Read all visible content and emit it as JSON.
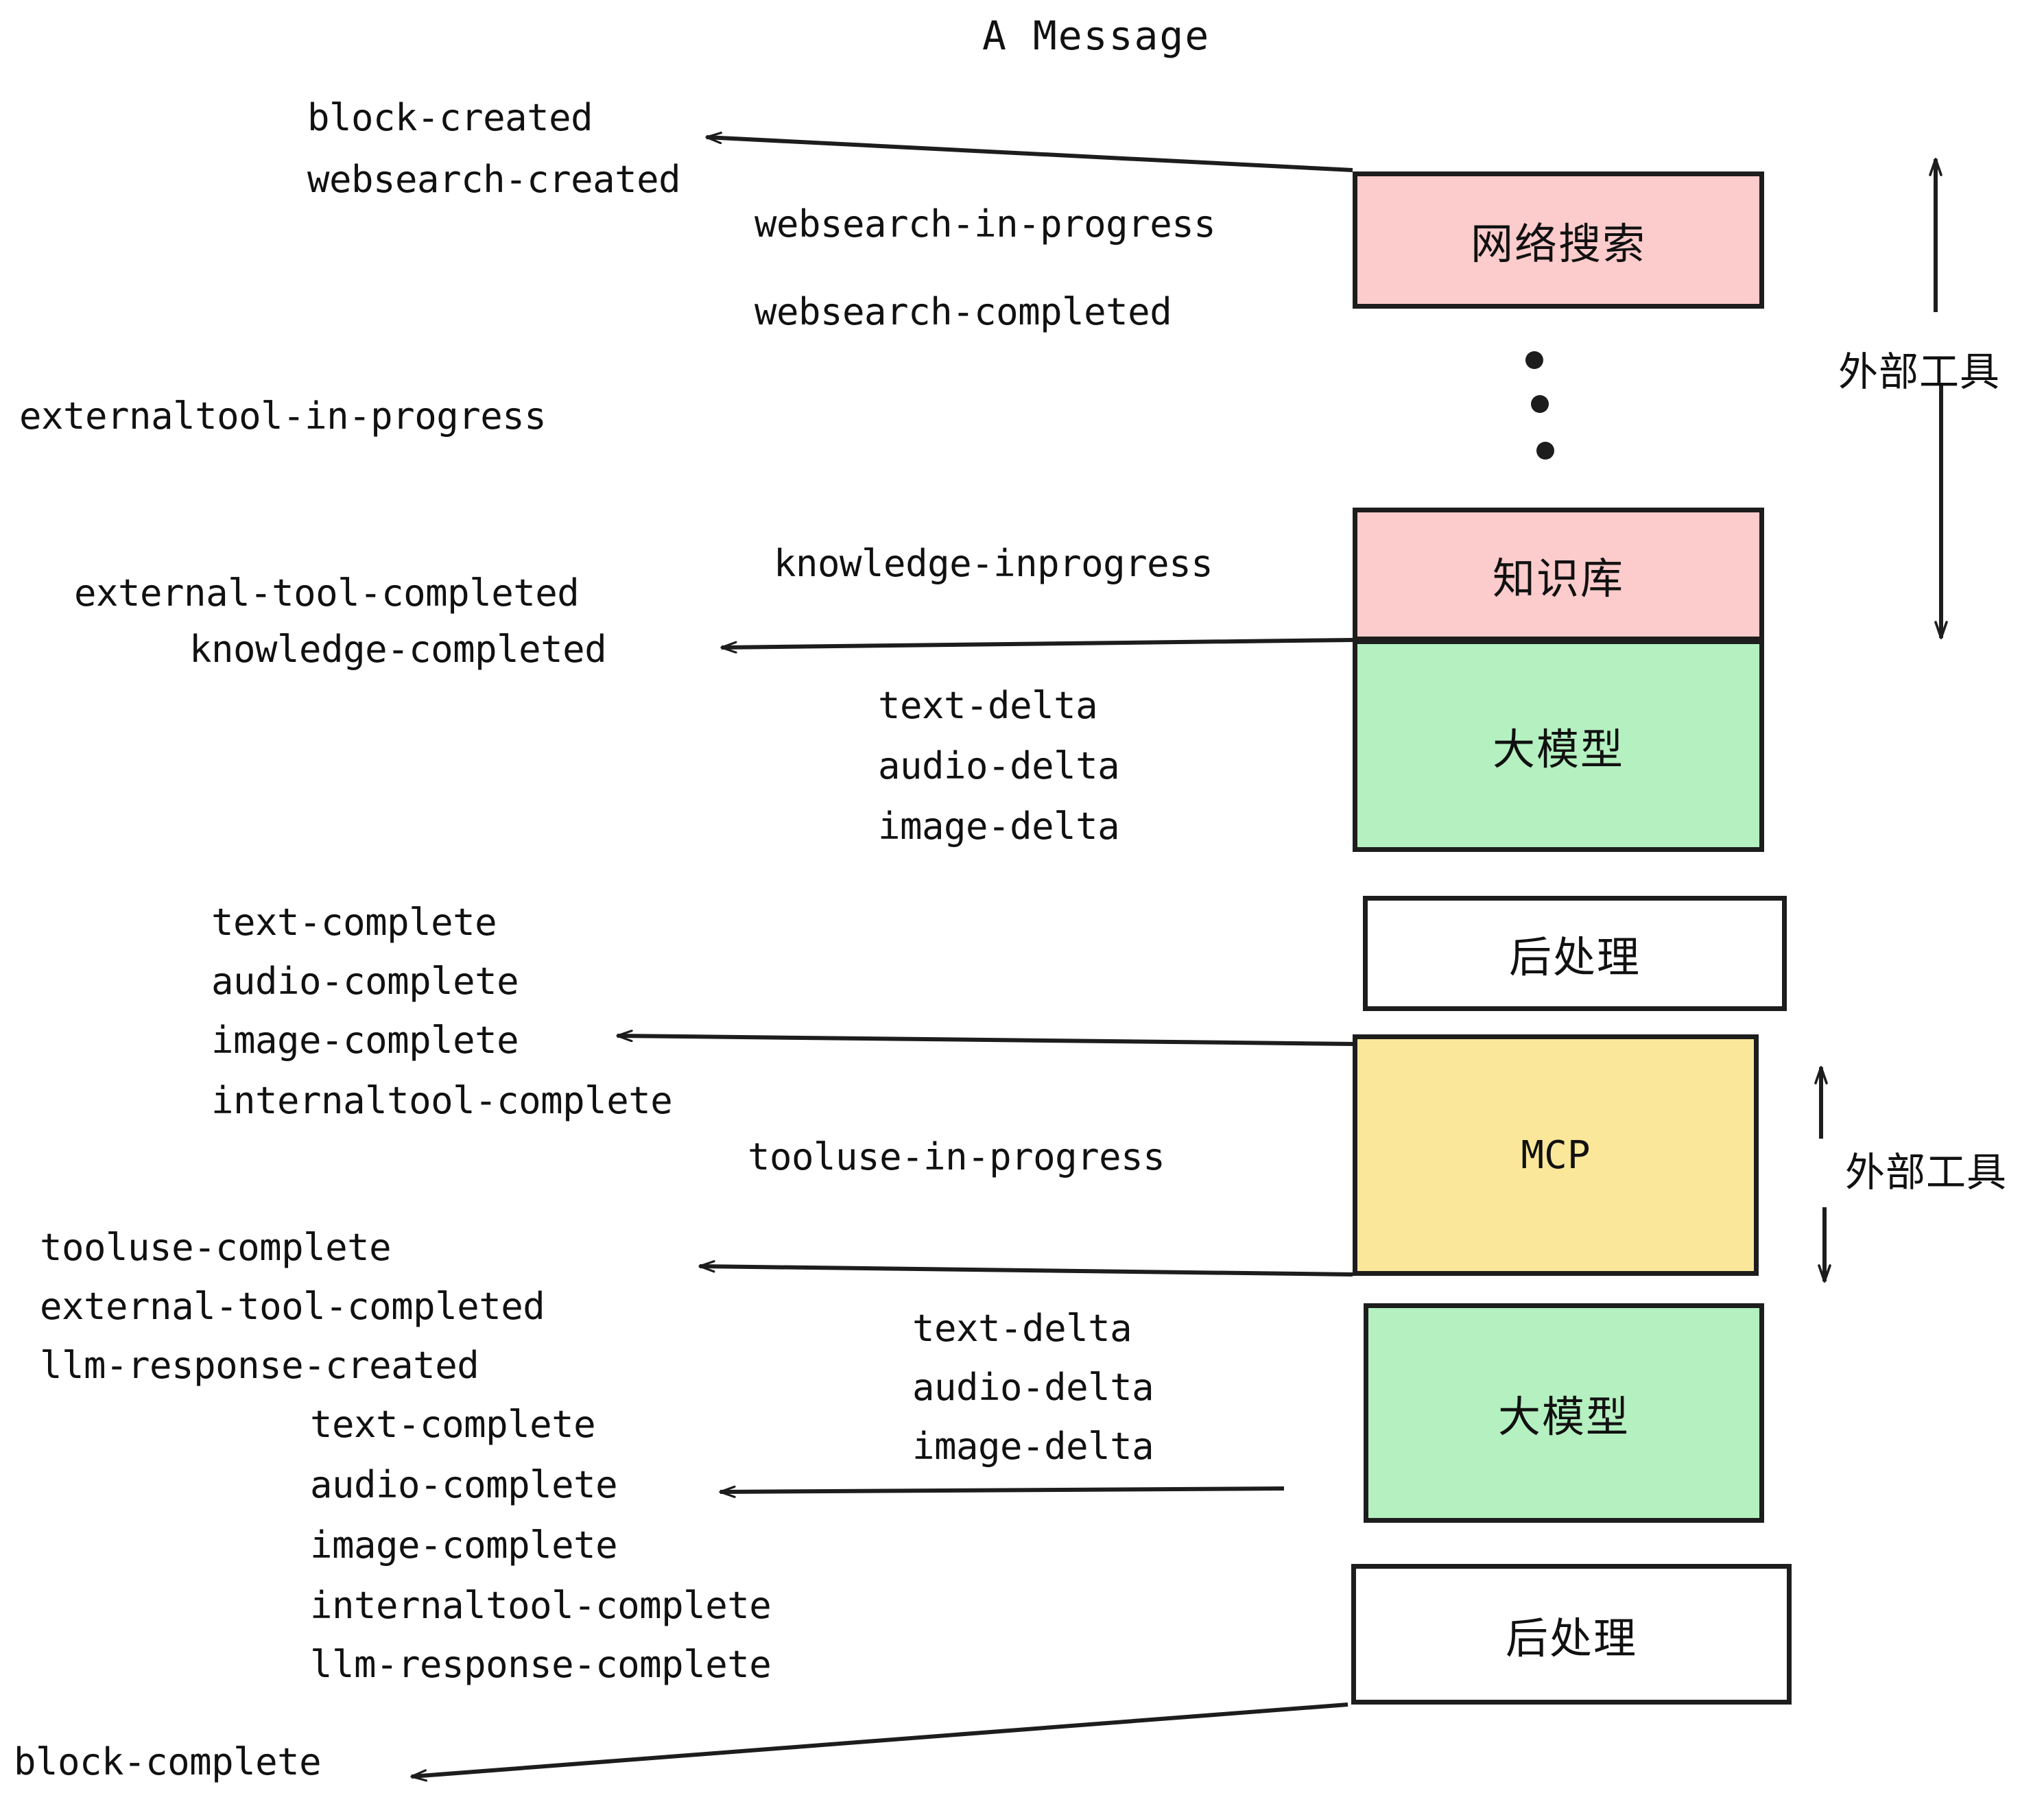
{
  "title": "A Message",
  "colors": {
    "pink": "#FCCBCB",
    "green": "#B4F0C0",
    "yellow": "#FBE79A",
    "white": "#FFFFFF",
    "stroke": "#1D1D1D",
    "text": "#111111"
  },
  "boxes": [
    {
      "id": "websearch",
      "label": "网络搜索",
      "fill": "#FCCBCB",
      "mono": false
    },
    {
      "id": "knowledge",
      "label": "知识库",
      "fill": "#FCCBCB",
      "mono": false
    },
    {
      "id": "llm-1",
      "label": "大模型",
      "fill": "#B4F0C0",
      "mono": false
    },
    {
      "id": "postproc-1",
      "label": "后处理",
      "fill": "#FFFFFF",
      "mono": false
    },
    {
      "id": "mcp",
      "label": "MCP",
      "fill": "#FBE79A",
      "mono": true
    },
    {
      "id": "llm-2",
      "label": "大模型",
      "fill": "#B4F0C0",
      "mono": false
    },
    {
      "id": "postproc-2",
      "label": "后处理",
      "fill": "#FFFFFF",
      "mono": false
    }
  ],
  "side_labels": [
    {
      "id": "external-tools-top",
      "text": "外部工具"
    },
    {
      "id": "external-tools-bottom",
      "text": "外部工具"
    }
  ],
  "events": {
    "block_created": "block-created",
    "websearch_created": "websearch-created",
    "websearch_in_progress": "websearch-in-progress",
    "websearch_completed": "websearch-completed",
    "externaltool_in_progress": "externaltool-in-progress",
    "knowledge_inprogress": "knowledge-inprogress",
    "external_tool_completed_1": "external-tool-completed",
    "knowledge_completed": "knowledge-completed",
    "text_delta_1": "text-delta",
    "audio_delta_1": "audio-delta",
    "image_delta_1": "image-delta",
    "text_complete_1": "text-complete",
    "audio_complete_1": "audio-complete",
    "image_complete_1": "image-complete",
    "internaltool_complete_1": "internaltool-complete",
    "tooluse_in_progress": "tooluse-in-progress",
    "tooluse_complete": "tooluse-complete",
    "external_tool_completed_2": "external-tool-completed",
    "llm_response_created": "llm-response-created",
    "text_delta_2": "text-delta",
    "audio_delta_2": "audio-delta",
    "image_delta_2": "image-delta",
    "text_complete_2": "text-complete",
    "audio_complete_2": "audio-complete",
    "image_complete_2": "image-complete",
    "internaltool_complete_2": "internaltool-complete",
    "llm_response_complete": "llm-response-complete",
    "block_complete": "block-complete"
  }
}
